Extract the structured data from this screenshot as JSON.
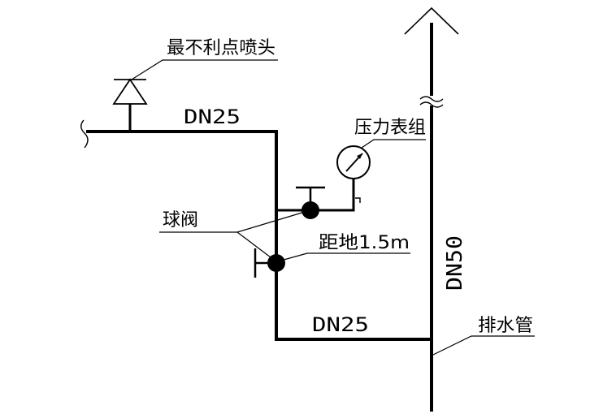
{
  "labels": {
    "sprinkler": "最不利点喷头",
    "pipe_top": "DN25",
    "pressure_gauge": "压力表组",
    "ball_valve": "球阀",
    "height": "距地1.5m",
    "pipe_bottom": "DN25",
    "riser": "DN50",
    "drain": "排水管"
  },
  "icons": {
    "sprinkler": "sprinkler-head-icon",
    "gauge": "pressure-gauge-icon",
    "valve": "ball-valve-icon",
    "arrow": "riser-arrow-icon",
    "break": "pipe-break-icon"
  },
  "colors": {
    "line": "#000000",
    "background": "#ffffff"
  }
}
